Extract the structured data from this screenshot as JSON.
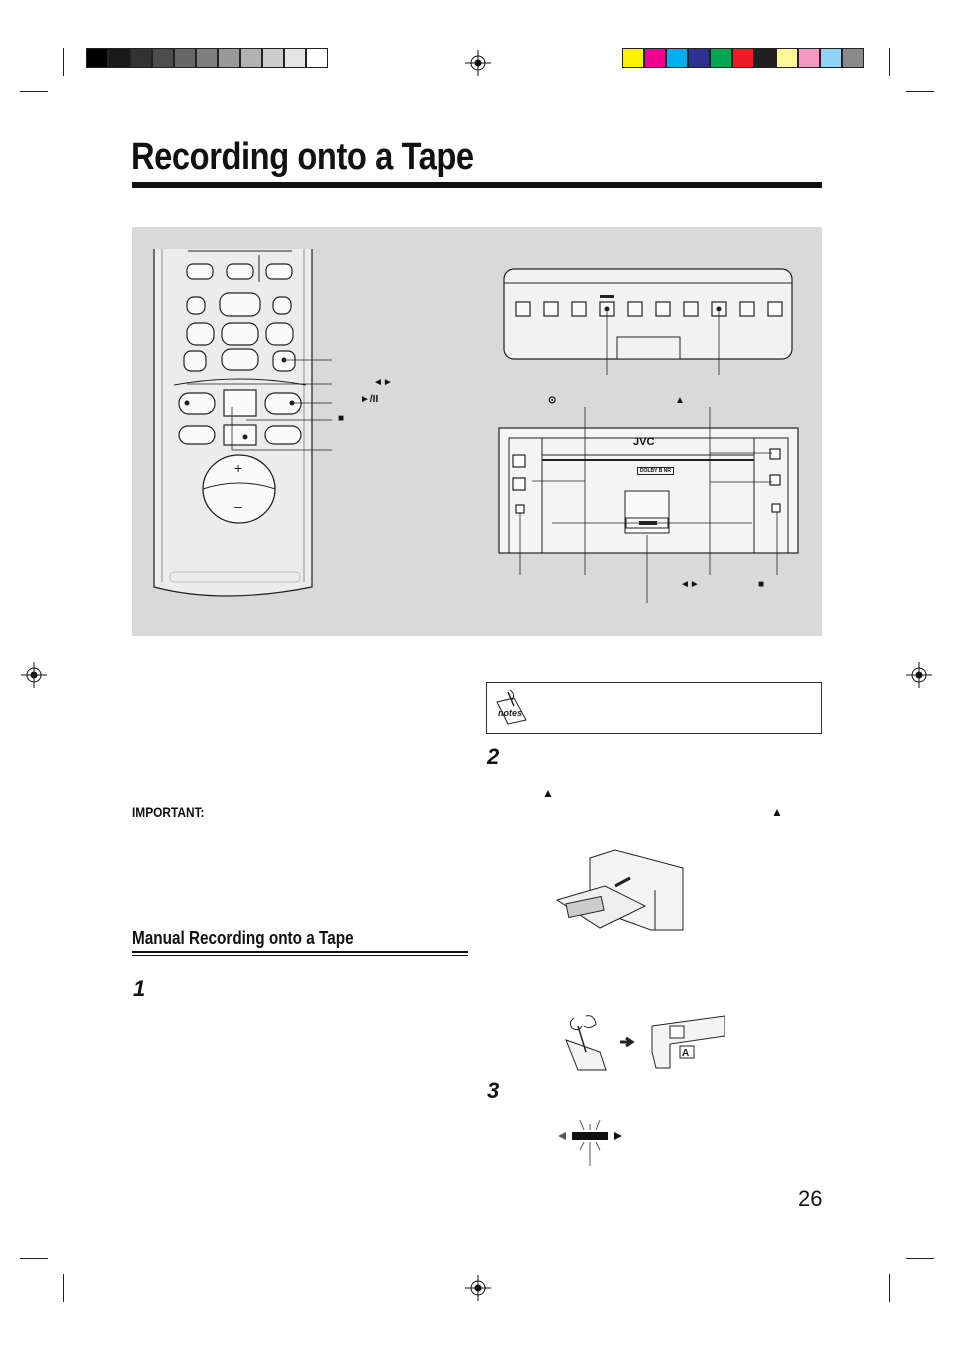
{
  "header": {
    "title": "Recording onto a Tape",
    "gray_swatches": [
      "#000000",
      "#1a1a1a",
      "#333333",
      "#4d4d4d",
      "#666666",
      "#7f7f7f",
      "#999999",
      "#b2b2b2",
      "#cccccc",
      "#e5e5e5",
      "#ffffff"
    ],
    "color_swatches": [
      "#fff200",
      "#ec008c",
      "#00aeef",
      "#2e3192",
      "#00a651",
      "#ed1c24",
      "#231f20",
      "#fff799",
      "#f49ac1",
      "#8fd3f5",
      "#898989"
    ]
  },
  "diagram": {
    "remote_labels": {
      "direction": "◄►",
      "play_pause": "►/II",
      "stop": "■"
    },
    "unit_labels": {
      "timer": "⊙",
      "eject": "▲",
      "direction": "◄►",
      "stop": "■",
      "brand": "JVC",
      "dolby": "DOLBY B NR"
    }
  },
  "text": {
    "important": "IMPORTANT:",
    "section_heading": "Manual Recording onto a Tape",
    "notes_icon": "notes",
    "eject_symbol_a": "▲",
    "eject_symbol_b": "▲"
  },
  "steps": [
    "1",
    "2",
    "3"
  ],
  "footer": {
    "page_number": "26"
  }
}
